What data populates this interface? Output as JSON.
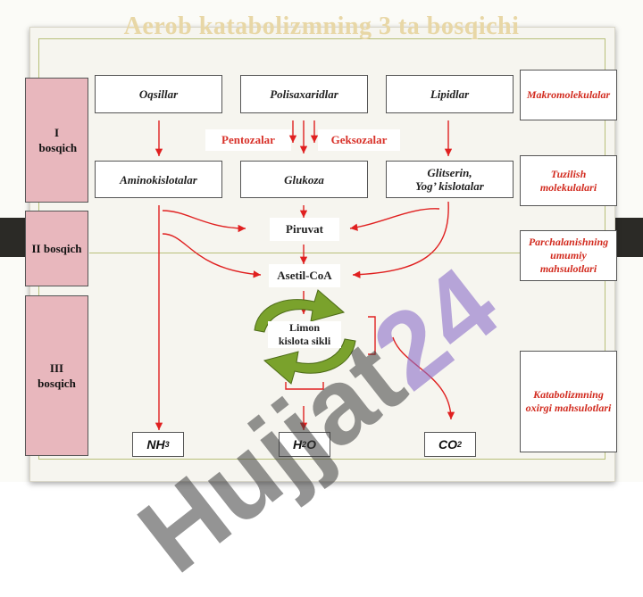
{
  "title": "Aerob katabolizmning 3 ta bosqichi",
  "stages": [
    {
      "label": "I bosqich"
    },
    {
      "label": "II bosqich"
    },
    {
      "label": "III bosqich"
    }
  ],
  "macromolecules": [
    "Oqsillar",
    "Polisaxaridlar",
    "Lipidlar"
  ],
  "sugars": {
    "left": "Pentozalar",
    "right": "Geksozalar"
  },
  "building_blocks": [
    "Aminokislotalar",
    "Glukoza",
    "Glitserin,\nYog’ kislotalar"
  ],
  "intermediates": {
    "piruvat": "Piruvat",
    "acetyl": "Asetil-CoA",
    "cycle": "Limon\nkislota sikli"
  },
  "products": {
    "nh3": {
      "base": "NH",
      "sub": "3"
    },
    "h2o": {
      "base": "H",
      "sub": "2",
      "tail": "O"
    },
    "co2": {
      "base": "CO",
      "sub": "2"
    }
  },
  "side_labels": [
    "Makromolekulalar",
    "Tuzilish molekulalari",
    "Parchalanishning umumiy mahsulotlari",
    "Katabolizmning oxirgi mahsulotlari"
  ],
  "watermark": {
    "part1": "Hujjat",
    "part2": "24"
  },
  "colors": {
    "stage_fill": "#e8b7bd",
    "arrow_red": "#e02020",
    "side_text": "#d22b1f",
    "cycle_green": "#6b8e23",
    "title": "#e8d7a6"
  }
}
